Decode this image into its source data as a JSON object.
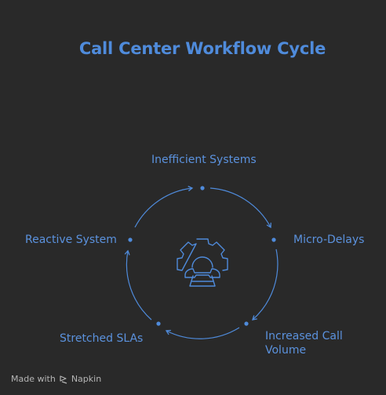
{
  "title": "Call Center Workflow Cycle",
  "cycle_steps": [
    {
      "label": "Inefficient Systems"
    },
    {
      "label": "Micro-Delays"
    },
    {
      "label": "Increased Call\nVolume"
    },
    {
      "label": "Stretched SLAs"
    },
    {
      "label": "Reactive System"
    }
  ],
  "center_icon": "gear-phone-icon",
  "footer": {
    "made_with": "Made with",
    "brand": "Napkin",
    "brand_icon": "napkin-logo-icon"
  },
  "colors": {
    "background": "#292929",
    "accent": "#4f8bdb",
    "footer_text": "#b5b5b5"
  }
}
